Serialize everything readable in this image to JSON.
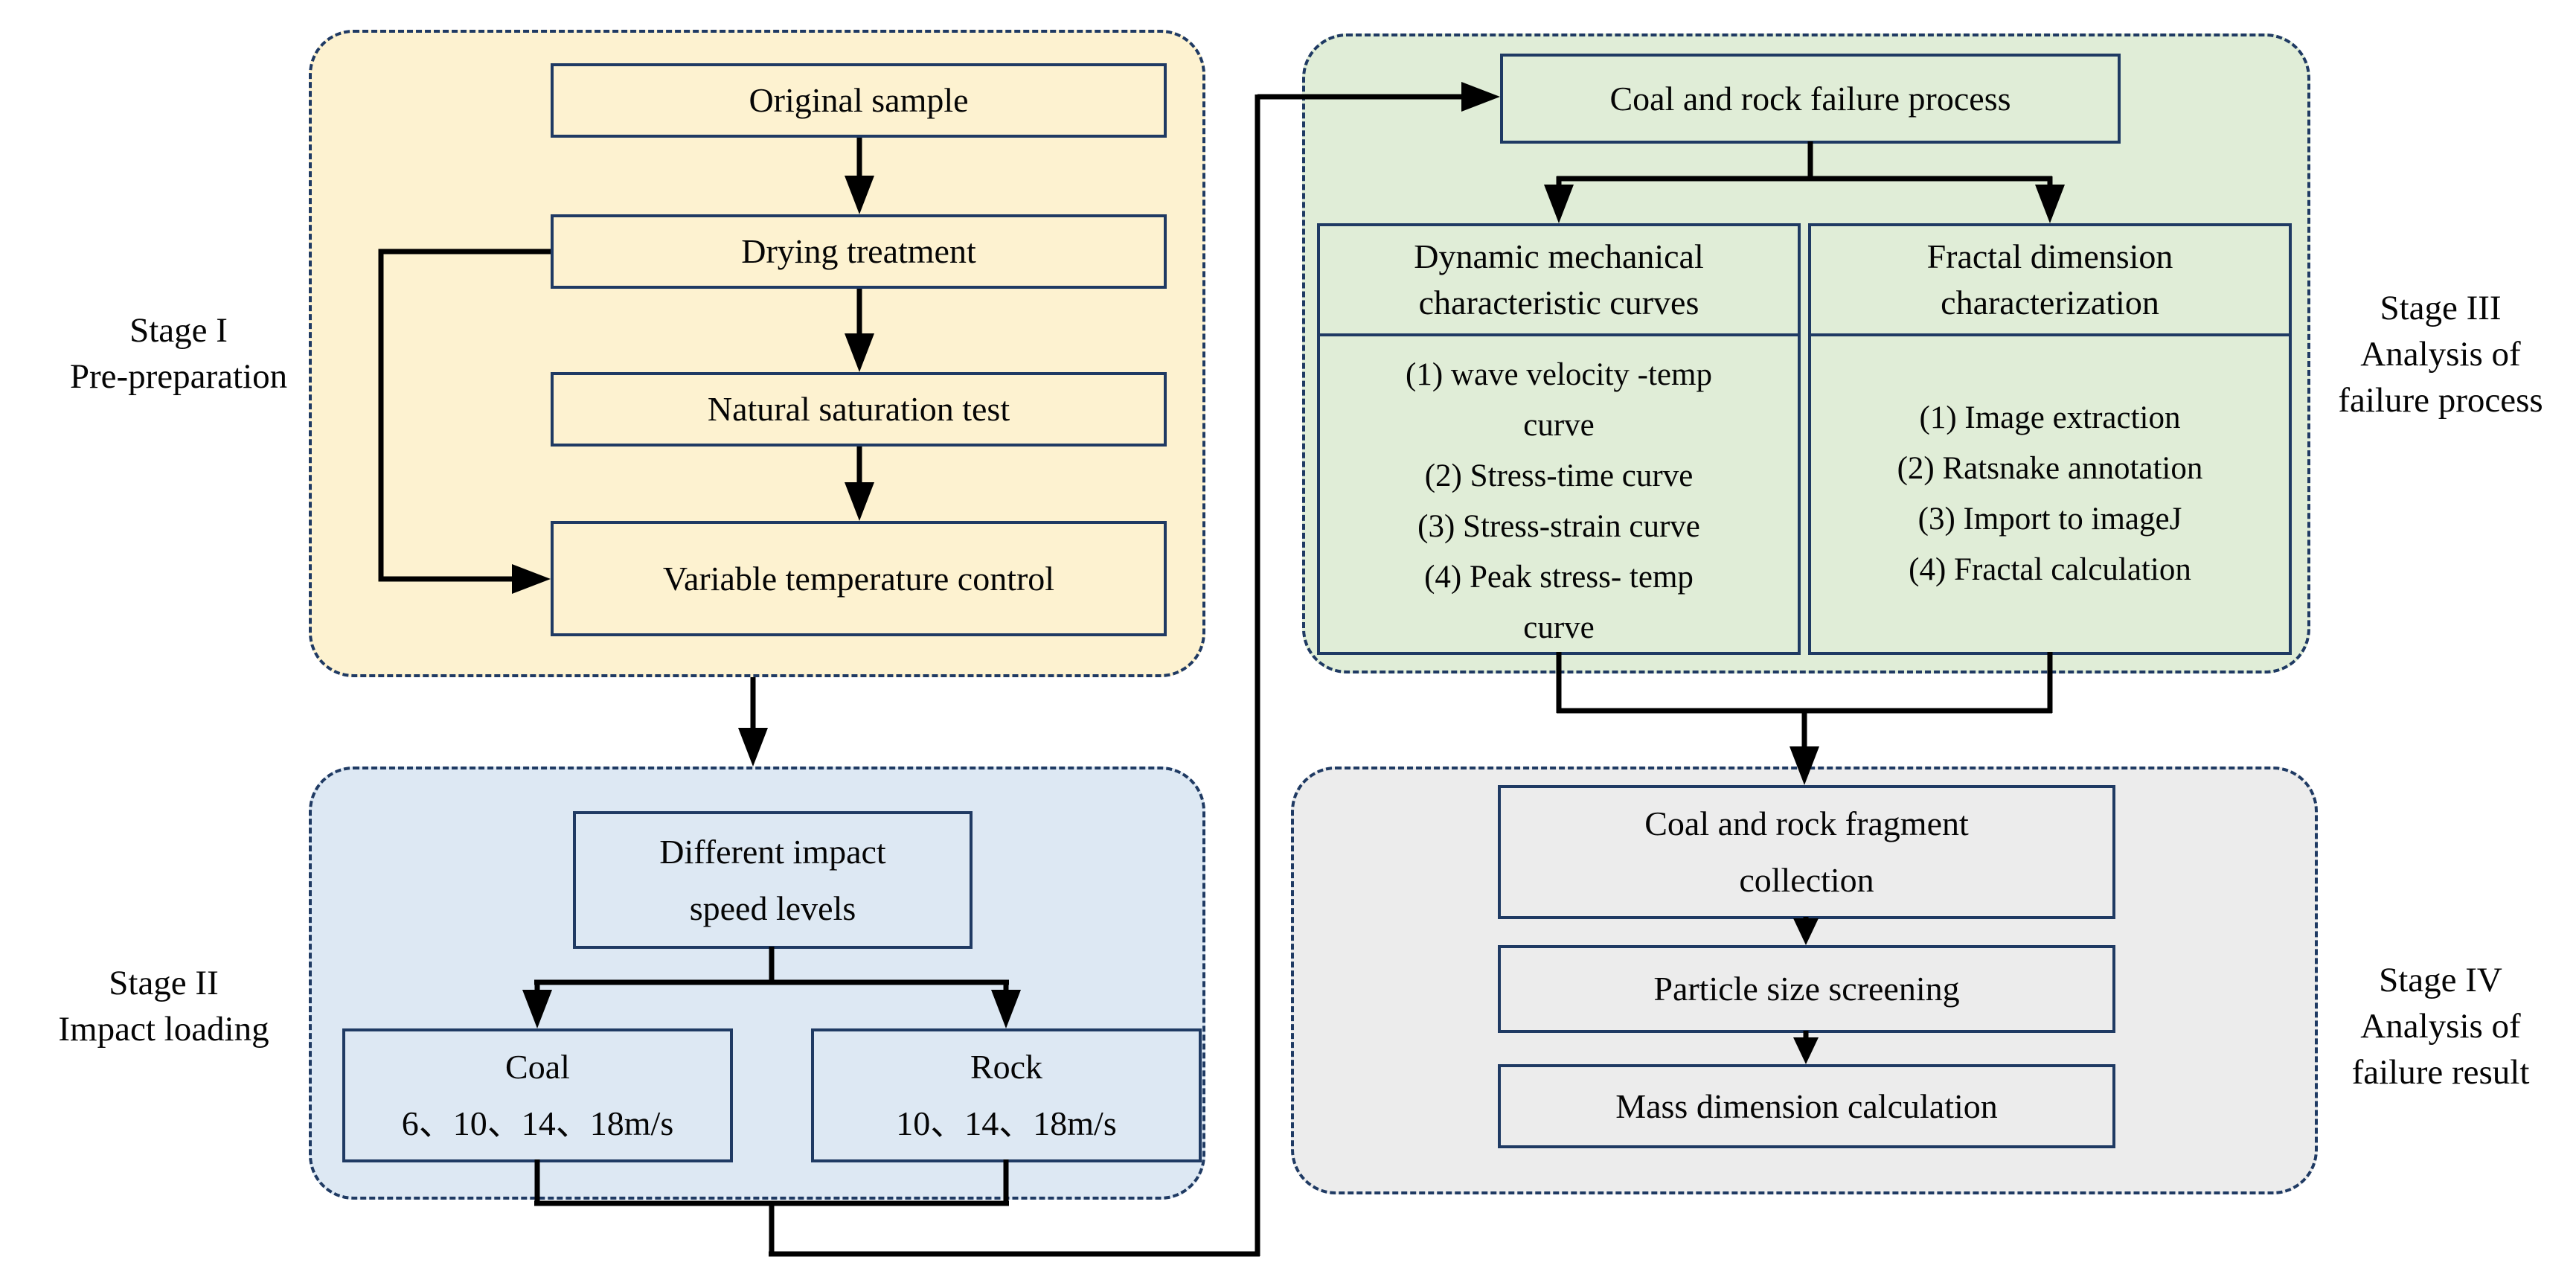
{
  "title": "Coal and rock impact test workflow diagram",
  "colors": {
    "stage1_fill": "#fdf2d0",
    "stage2_fill": "#dde8f3",
    "stage3_fill": "#e0edd7",
    "stage4_fill": "#ececec",
    "panel_border": "#1f3a63",
    "box_border": "#1f3a63",
    "line_color": "#000000"
  },
  "stage1": {
    "label": [
      "Stage I",
      "Pre-preparation"
    ],
    "boxes": [
      "Original sample",
      "Drying treatment",
      "Natural saturation test",
      "Variable temperature control"
    ]
  },
  "stage2": {
    "label": [
      "Stage II",
      "Impact loading"
    ],
    "speed_box": [
      "Different impact",
      "speed levels"
    ],
    "coal_box": [
      "Coal",
      "6、10、14、18m/s"
    ],
    "rock_box": [
      "Rock",
      "10、14、18m/s"
    ]
  },
  "stage3": {
    "label": [
      "Stage III",
      "Analysis of",
      "failure process"
    ],
    "process_box": "Coal and rock failure process",
    "curves_box": {
      "header": [
        "Dynamic mechanical",
        "characteristic curves"
      ],
      "items": [
        [
          "(1) wave velocity -temp",
          "curve"
        ],
        [
          "(2) Stress-time curve"
        ],
        [
          "(3) Stress-strain curve"
        ],
        [
          "(4) Peak stress- temp",
          "curve"
        ]
      ]
    },
    "fractal_box": {
      "header": [
        "Fractal dimension",
        "characterization"
      ],
      "items": [
        [
          "(1) Image extraction"
        ],
        [
          "(2) Ratsnake annotation"
        ],
        [
          "(3) Import to imageJ"
        ],
        [
          "(4) Fractal calculation"
        ]
      ]
    }
  },
  "stage4": {
    "label": [
      "Stage IV",
      "Analysis of",
      "failure result"
    ],
    "boxes": [
      [
        "Coal and rock fragment",
        "collection"
      ],
      [
        "Particle size screening"
      ],
      [
        "Mass dimension calculation"
      ]
    ]
  }
}
